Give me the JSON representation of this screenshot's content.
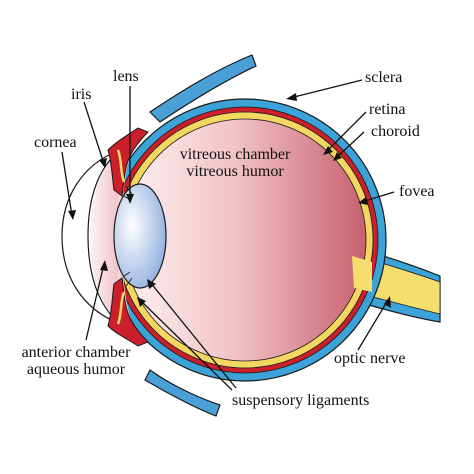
{
  "labels": {
    "lens": "lens",
    "iris": "iris",
    "cornea": "cornea",
    "sclera": "sclera",
    "retina": "retina",
    "choroid": "choroid",
    "fovea": "fovea",
    "vitreous_line1": "vitreous chamber",
    "vitreous_line2": "vitreous humor",
    "optic_nerve": "optic nerve",
    "anterior_line1": "anterior chamber",
    "anterior_line2": "aqueous humor",
    "suspensory": "suspensory ligaments"
  },
  "colors": {
    "sclera": "#3ba3d8",
    "choroid": "#cc1f2c",
    "retina": "#f2d760",
    "vitreous_light": "#fbeaea",
    "vitreous_dark": "#c96a75",
    "lens_light": "#ffffff",
    "lens_dark": "#7fa3d9",
    "muscle": "#4a9fd6",
    "nerve": "#f6de6e",
    "outline": "#1a1a1a"
  }
}
